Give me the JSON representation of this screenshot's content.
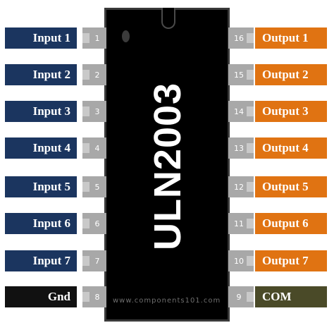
{
  "chip": {
    "part_number": "ULN2003",
    "watermark": "www.components101.com"
  },
  "pins_left": [
    {
      "num": "1",
      "label": "Input 1"
    },
    {
      "num": "2",
      "label": "Input 2"
    },
    {
      "num": "3",
      "label": "Input 3"
    },
    {
      "num": "4",
      "label": "Input 4"
    },
    {
      "num": "5",
      "label": "Input 5"
    },
    {
      "num": "6",
      "label": "Input 6"
    },
    {
      "num": "7",
      "label": "Input 7"
    },
    {
      "num": "8",
      "label": "Gnd"
    }
  ],
  "pins_right": [
    {
      "num": "16",
      "label": "Output 1"
    },
    {
      "num": "15",
      "label": "Output 2"
    },
    {
      "num": "14",
      "label": "Output 3"
    },
    {
      "num": "13",
      "label": "Output 4"
    },
    {
      "num": "12",
      "label": "Output 5"
    },
    {
      "num": "11",
      "label": "Output 6"
    },
    {
      "num": "10",
      "label": "Output 7"
    },
    {
      "num": "9",
      "label": "COM"
    }
  ],
  "colors": {
    "input_label": "#1b355f",
    "output_label": "#e07312",
    "gnd_label": "#111111",
    "com_label": "#4a4a28",
    "pin": "#a8a8a8",
    "chip_body": "#000000"
  }
}
